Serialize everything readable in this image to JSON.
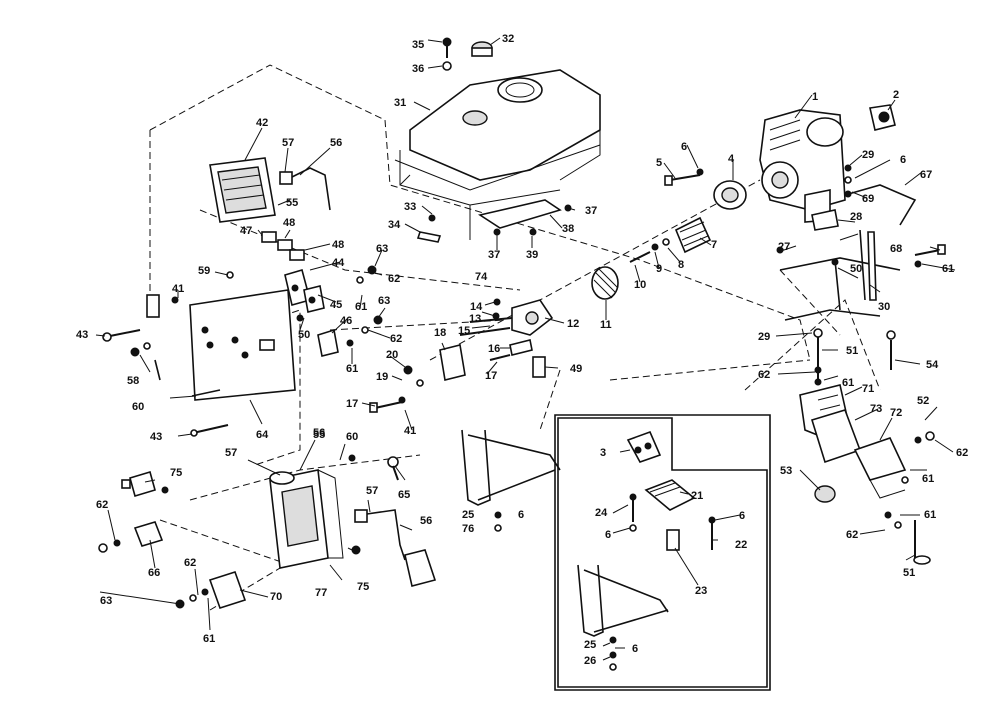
{
  "diagram": {
    "callouts": {
      "c1": "1",
      "c2": "2",
      "c3": "3",
      "c4": "4",
      "c5": "5",
      "c6a": "6",
      "c6b": "6",
      "c6c": "6",
      "c6d": "6",
      "c6e": "6",
      "c6f": "6",
      "c7": "7",
      "c8": "8",
      "c9": "9",
      "c10": "10",
      "c11": "11",
      "c12": "12",
      "c13": "13",
      "c14": "14",
      "c15": "15",
      "c16": "16",
      "c17a": "17",
      "c17b": "17",
      "c18": "18",
      "c19": "19",
      "c20": "20",
      "c21": "21",
      "c22": "22",
      "c23": "23",
      "c24": "24",
      "c25a": "25",
      "c25b": "25",
      "c26": "26",
      "c27": "27",
      "c28": "28",
      "c29a": "29",
      "c29b": "29",
      "c30": "30",
      "c31": "31",
      "c32": "32",
      "c33": "33",
      "c34": "34",
      "c35": "35",
      "c36": "36",
      "c37a": "37",
      "c37b": "37",
      "c38": "38",
      "c39": "39",
      "c41a": "41",
      "c41b": "41",
      "c42": "42",
      "c43a": "43",
      "c43b": "43",
      "c44": "44",
      "c45": "45",
      "c46": "46",
      "c47": "47",
      "c48a": "48",
      "c48b": "48",
      "c49": "49",
      "c50a": "50",
      "c50b": "50",
      "c51a": "51",
      "c51b": "51",
      "c52": "52",
      "c53": "53",
      "c54": "54",
      "c55a": "55",
      "c55b": "55",
      "c56a": "56",
      "c56b": "56",
      "c56c": "56",
      "c57a": "57",
      "c57b": "57",
      "c57c": "57",
      "c58": "58",
      "c59": "59",
      "c60a": "60",
      "c60b": "60",
      "c61a": "61",
      "c61b": "61",
      "c61c": "61",
      "c61d": "61",
      "c61e": "61",
      "c61f": "61",
      "c61g": "61",
      "c62a": "62",
      "c62b": "62",
      "c62c": "62",
      "c62d": "62",
      "c62e": "62",
      "c62f": "62",
      "c62g": "62",
      "c63a": "63",
      "c63b": "63",
      "c63c": "63",
      "c64": "64",
      "c65": "65",
      "c66": "66",
      "c67": "67",
      "c68": "68",
      "c69": "69",
      "c70": "70",
      "c71": "71",
      "c72": "72",
      "c73": "73",
      "c74": "74",
      "c75a": "75",
      "c75b": "75",
      "c76": "76",
      "c77": "77"
    }
  }
}
